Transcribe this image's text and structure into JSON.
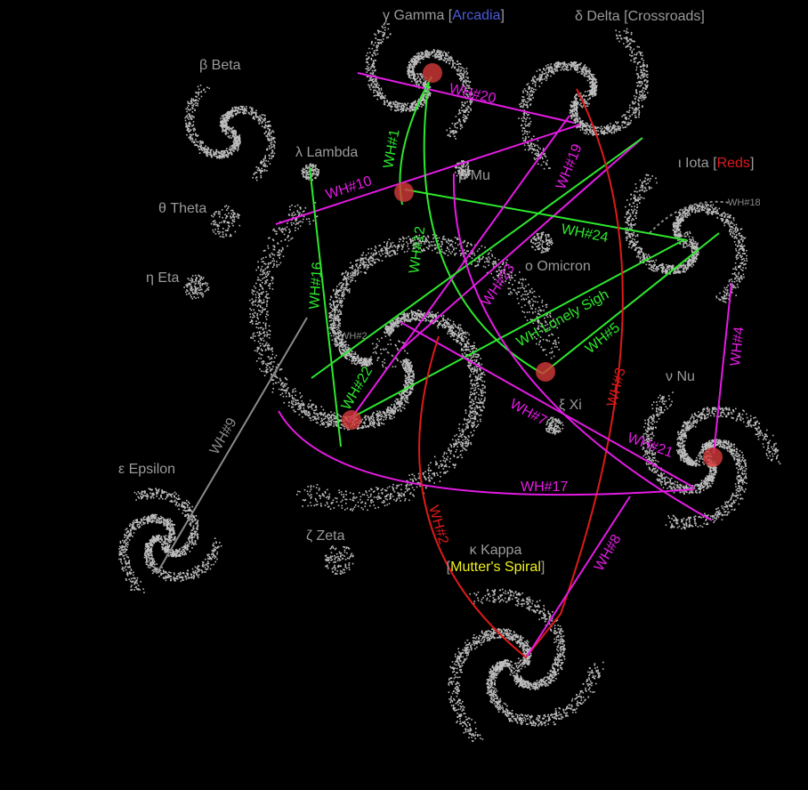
{
  "colors": {
    "background": "#000000",
    "galaxy": "#bdbdbd",
    "label": "#9a9a9a",
    "magenta": "#e41be4",
    "green": "#2ee82e",
    "red": "#dd1a1a",
    "gray": "#8a8a8a",
    "blue": "#4a5bd8",
    "yellow": "#f2f21c",
    "marker": "#d43a3a"
  },
  "galaxies": [
    {
      "id": "gamma",
      "name": "γ Gamma",
      "faction": "Arcadia",
      "faction_color": "blue"
    },
    {
      "id": "delta",
      "name": "δ Delta",
      "faction": "Crossroads",
      "faction_color": "label"
    },
    {
      "id": "beta",
      "name": "β Beta"
    },
    {
      "id": "lambda",
      "name": "λ Lambda"
    },
    {
      "id": "mu",
      "name": "μ Mu"
    },
    {
      "id": "iota",
      "name": "ι Iota",
      "faction": "Reds",
      "faction_color": "red"
    },
    {
      "id": "theta",
      "name": "θ Theta"
    },
    {
      "id": "omicron",
      "name": "ο Omicron"
    },
    {
      "id": "eta",
      "name": "η Eta"
    },
    {
      "id": "nu",
      "name": "ν Nu"
    },
    {
      "id": "xi",
      "name": "ξ Xi"
    },
    {
      "id": "epsilon",
      "name": "ε Epsilon"
    },
    {
      "id": "zeta",
      "name": "ζ Zeta"
    },
    {
      "id": "kappa",
      "name": "κ Kappa",
      "faction": "Mutter's Spiral",
      "faction_color": "yellow"
    }
  ],
  "wormholes": [
    {
      "id": "wh20",
      "label": "WH#20",
      "color": "magenta"
    },
    {
      "id": "wh1",
      "label": "WH#1",
      "color": "green"
    },
    {
      "id": "wh19",
      "label": "WH#19",
      "color": "magenta"
    },
    {
      "id": "wh10",
      "label": "WH#10",
      "color": "magenta"
    },
    {
      "id": "wh12",
      "label": "WH#12",
      "color": "green"
    },
    {
      "id": "wh18",
      "label": "WH#18",
      "color": "gray"
    },
    {
      "id": "wh24",
      "label": "WH#24",
      "color": "green"
    },
    {
      "id": "wh16",
      "label": "WH#16",
      "color": "green"
    },
    {
      "id": "wh23",
      "label": "WH#23",
      "color": "magenta"
    },
    {
      "id": "whlonely",
      "label": "WH-Lonely Sigh",
      "color": "green"
    },
    {
      "id": "wh5",
      "label": "WH#5",
      "color": "green"
    },
    {
      "id": "wh4",
      "label": "WH#4",
      "color": "magenta"
    },
    {
      "id": "wh2s",
      "label": "WH#2",
      "color": "gray"
    },
    {
      "id": "wh22",
      "label": "WH#22",
      "color": "green"
    },
    {
      "id": "wh3",
      "label": "WH#3",
      "color": "red"
    },
    {
      "id": "wh7",
      "label": "WH#7",
      "color": "magenta"
    },
    {
      "id": "wh9",
      "label": "WH#9",
      "color": "gray"
    },
    {
      "id": "wh21",
      "label": "WH#21",
      "color": "magenta"
    },
    {
      "id": "wh17",
      "label": "WH#17",
      "color": "magenta"
    },
    {
      "id": "wh2",
      "label": "WH#2",
      "color": "red"
    },
    {
      "id": "wh8",
      "label": "WH#8",
      "color": "magenta"
    }
  ],
  "markers": [
    "gamma",
    "mu",
    "xi",
    "central",
    "nu"
  ]
}
